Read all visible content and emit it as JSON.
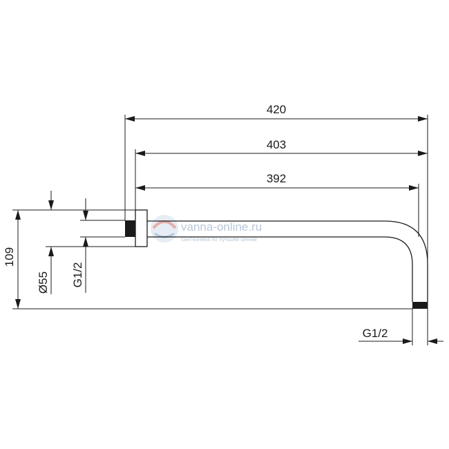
{
  "drawing": {
    "dimensions": {
      "d420": "420",
      "d403": "403",
      "d392": "392",
      "d109": "109",
      "d55": "Ø55",
      "g12_left": "G1/2",
      "g12_bottom": "G1/2"
    },
    "watermark": {
      "site": "vanna-online.ru",
      "tagline": "сантехника по лучшим ценам"
    },
    "colors": {
      "line": "#1a1a1a",
      "watermark": "#b9c9d8",
      "watermark_accent": "#e8857a"
    }
  }
}
